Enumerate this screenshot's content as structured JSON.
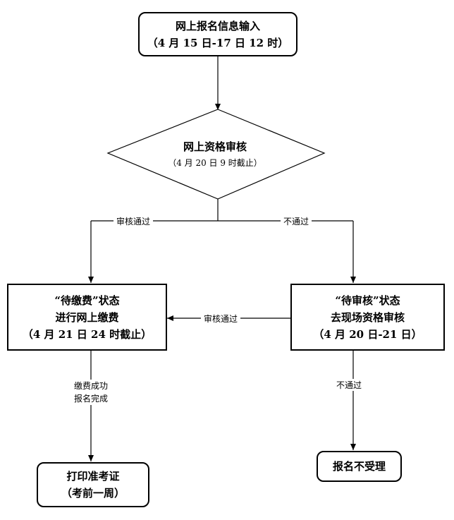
{
  "nodes": {
    "input": {
      "line1": "网上报名信息输入",
      "line2": "（4 月 15 日-17 日 12 时）"
    },
    "review": {
      "line1": "网上资格审核",
      "line2": "（4 月 20 日 9 时截止）"
    },
    "pay": {
      "line1": "“待缴费”状态",
      "line2": "进行网上缴费",
      "line3": "（4 月 21 日 24 时截止）"
    },
    "pending": {
      "line1": "“待审核”状态",
      "line2": "去现场资格审核",
      "line3": "（4 月 20 日-21 日）"
    },
    "print": {
      "line1": "打印准考证",
      "line2": "（考前一周）"
    },
    "reject": {
      "line1": "报名不受理"
    }
  },
  "edges": {
    "review_pass": "审核通过",
    "review_fail": "不通过",
    "onsite_pass": "审核通过",
    "onsite_fail": "不通过",
    "pay_done_line1": "缴费成功",
    "pay_done_line2": "报名完成"
  }
}
